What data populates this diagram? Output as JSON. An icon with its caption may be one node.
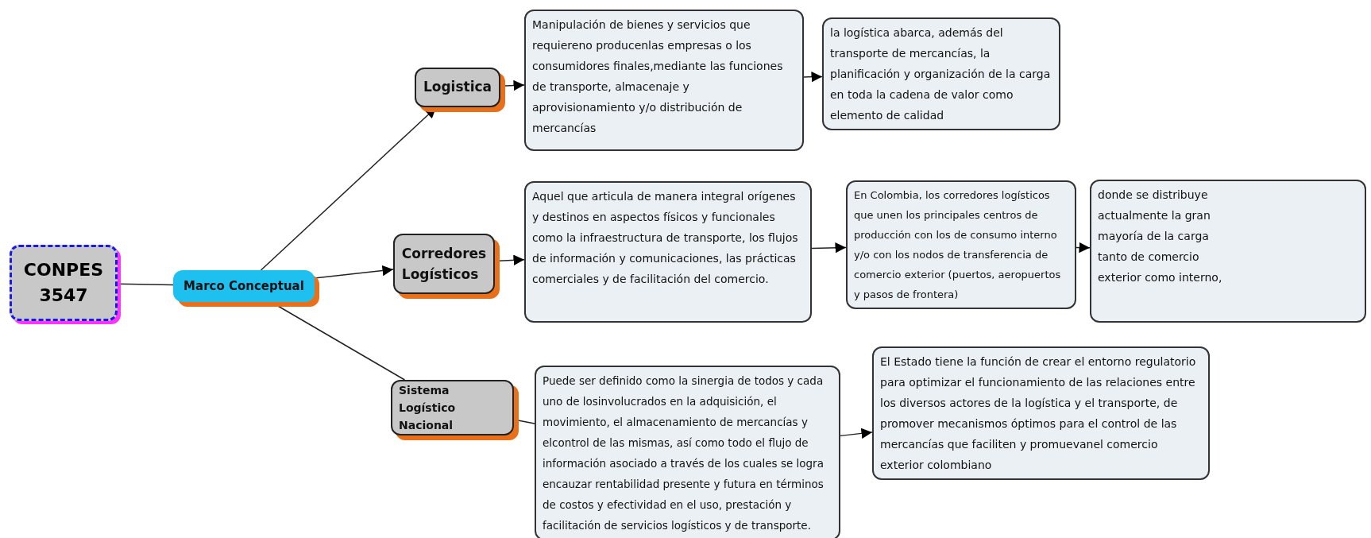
{
  "diagram": {
    "nodes": [
      {
        "text": [
          "CONPES 3547"
        ]
      },
      {
        "text": [
          "Marco Conceptual"
        ]
      },
      {
        "text": [
          "Logistica"
        ]
      },
      {
        "text": [
          "Corredores Logísticos"
        ]
      },
      {
        "text": [
          "Sistema Logístico Nacional"
        ]
      },
      {
        "text": [
          "Manipulación de bienes y servicios que requiereno producenlas empresas o los consumidores finales,mediante las funciones de transporte, almacenaje y aprovisionamiento y/o distribución de mercancías"
        ]
      },
      {
        "text": [
          "la logística abarca, además del transporte de mercancías, la planificación y organización de la carga en toda la cadena de valor como elemento de calidad"
        ]
      },
      {
        "text": [
          "Aquel que articula de manera integral orígenes y destinos en aspectos físicos y funcionales como la infraestructura de transporte, los flujos de información y comunicaciones, las prácticas comerciales y de facilitación del comercio."
        ]
      },
      {
        "text": [
          "En Colombia, los corredores logísticos que unen los principales centros de producción con los de consumo interno y/o con los nodos de transferencia de comercio exterior (puertos, aeropuertos y pasos de frontera)"
        ]
      },
      {
        "text": [
          "donde se distribuye actualmente la gran mayoría de la carga tanto de comercio exterior como interno,"
        ]
      },
      {
        "text": [
          "Puede ser definido como la sinergia de todos y cada uno de losinvolucrados en la adquisición, el movimiento, el almacenamiento de mercancías y elcontrol de las mismas, así como todo el flujo de información asociado a través de los cuales se logra encauzar rentabilidad presente y futura en términos de costos y efectividad en el uso, prestación y facilitación de servicios logísticos y de transporte."
        ]
      },
      {
        "text": [
          "El Estado tiene la función de crear el entorno regulatorio para optimizar el funcionamiento de las relaciones entre los diversos actores de la logística y el transporte, de promover mecanismos óptimos para el control de las mercancías que faciliten y promuevanel comercio exterior colombiano"
        ]
      }
    ],
    "edges": [
      {
        "from": 0,
        "to": 1,
        "arrow": "none"
      },
      {
        "from": 1,
        "to": 2,
        "arrow": "to"
      },
      {
        "from": 1,
        "to": 3,
        "arrow": "to"
      },
      {
        "from": 1,
        "to": 4,
        "arrow": "none"
      },
      {
        "from": 2,
        "to": 5,
        "arrow": "to"
      },
      {
        "from": 5,
        "to": 6,
        "arrow": "to"
      },
      {
        "from": 3,
        "to": 7,
        "arrow": "to"
      },
      {
        "from": 7,
        "to": 8,
        "arrow": "to"
      },
      {
        "from": 8,
        "to": 9,
        "arrow": "to"
      },
      {
        "from": 4,
        "to": 10,
        "arrow": "none"
      },
      {
        "from": 10,
        "to": 11,
        "arrow": "to"
      }
    ]
  }
}
